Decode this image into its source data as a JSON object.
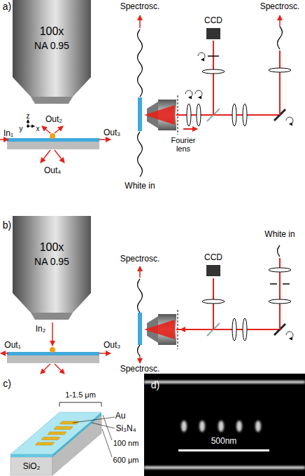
{
  "diagram": {
    "nodes": [
      {
        "text": [
          "100x",
          "NA 0.95"
        ]
      },
      {
        "text": [
          "100x",
          "NA 0.95"
        ]
      }
    ],
    "labels": [
      "a)",
      "In₁",
      "Out₂",
      "Out₃",
      "Out₄",
      "z",
      "y",
      "x",
      "Spectrosc.",
      "White in",
      "Fourier lens",
      "CCD",
      "Spectrosc.",
      "b)",
      "In₂",
      "Out₁",
      "Out₃",
      "Spectrosc.",
      "Spectrosc.",
      "CCD",
      "White in",
      "c)",
      "1-1.5 μm",
      "Au",
      "Si₃N₄",
      "100 nm",
      "SiO₂",
      "600 μm",
      "d)",
      "500nm"
    ]
  }
}
